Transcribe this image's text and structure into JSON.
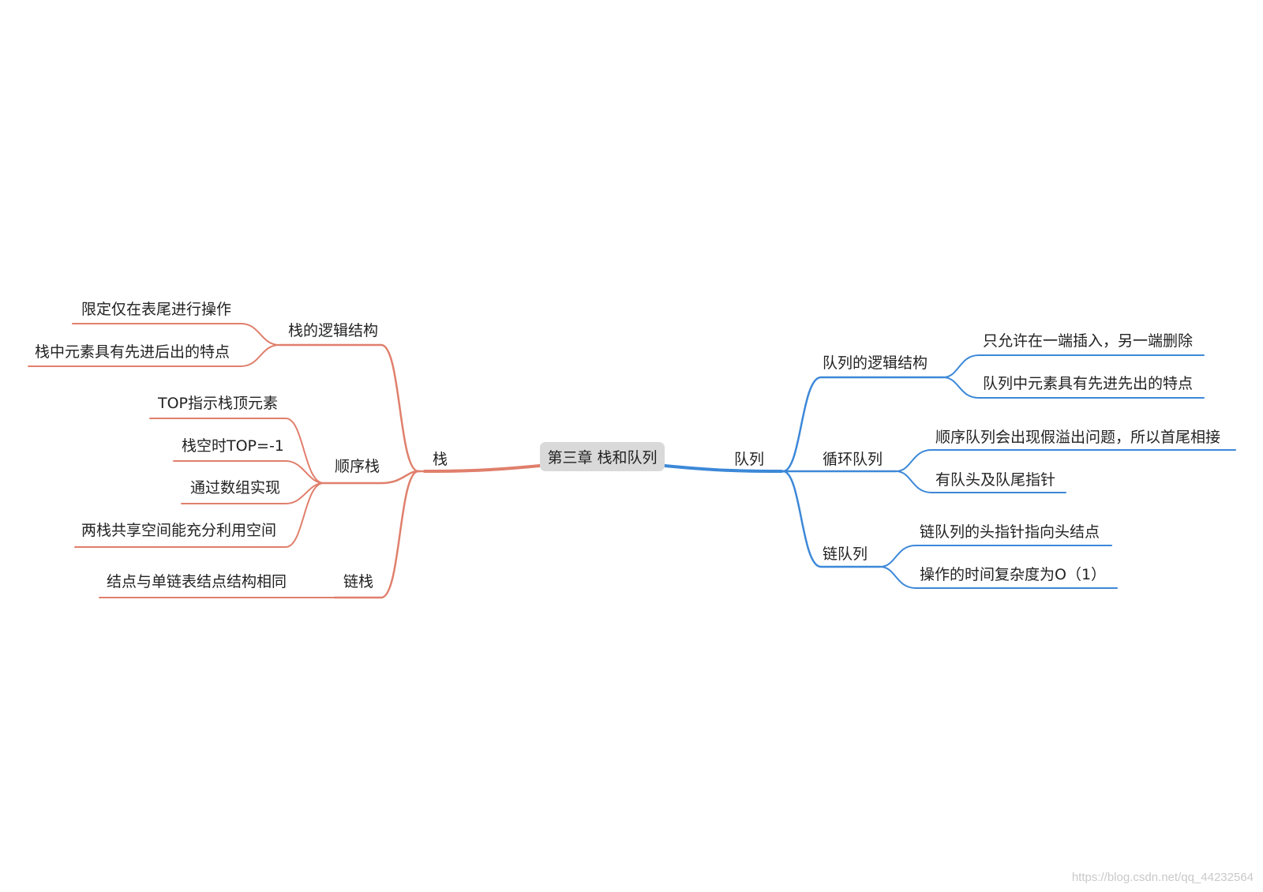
{
  "root": {
    "label": "第三章 栈和队列"
  },
  "colors": {
    "stack": "#e07f6c",
    "queue": "#3c88d8",
    "root_fill": "#d9d9d9",
    "text": "#222222"
  },
  "stack": {
    "label": "栈",
    "logical": {
      "label": "栈的逻辑结构",
      "items": [
        "限定仅在表尾进行操作",
        "栈中元素具有先进后出的特点"
      ]
    },
    "sequential": {
      "label": "顺序栈",
      "items": [
        "TOP指示栈顶元素",
        "栈空时TOP=-1",
        "通过数组实现",
        "两栈共享空间能充分利用空间"
      ]
    },
    "linked": {
      "label": "链栈",
      "items": [
        "结点与单链表结点结构相同"
      ]
    }
  },
  "queue": {
    "label": "队列",
    "logical": {
      "label": "队列的逻辑结构",
      "items": [
        "只允许在一端插入，另一端删除",
        "队列中元素具有先进先出的特点"
      ]
    },
    "circular": {
      "label": "循环队列",
      "items": [
        "顺序队列会出现假溢出问题，所以首尾相接",
        "有队头及队尾指针"
      ]
    },
    "linked": {
      "label": "链队列",
      "items": [
        "链队列的头指针指向头结点",
        "操作的时间复杂度为O（1）"
      ]
    }
  },
  "watermark": "https://blog.csdn.net/qq_44232564"
}
